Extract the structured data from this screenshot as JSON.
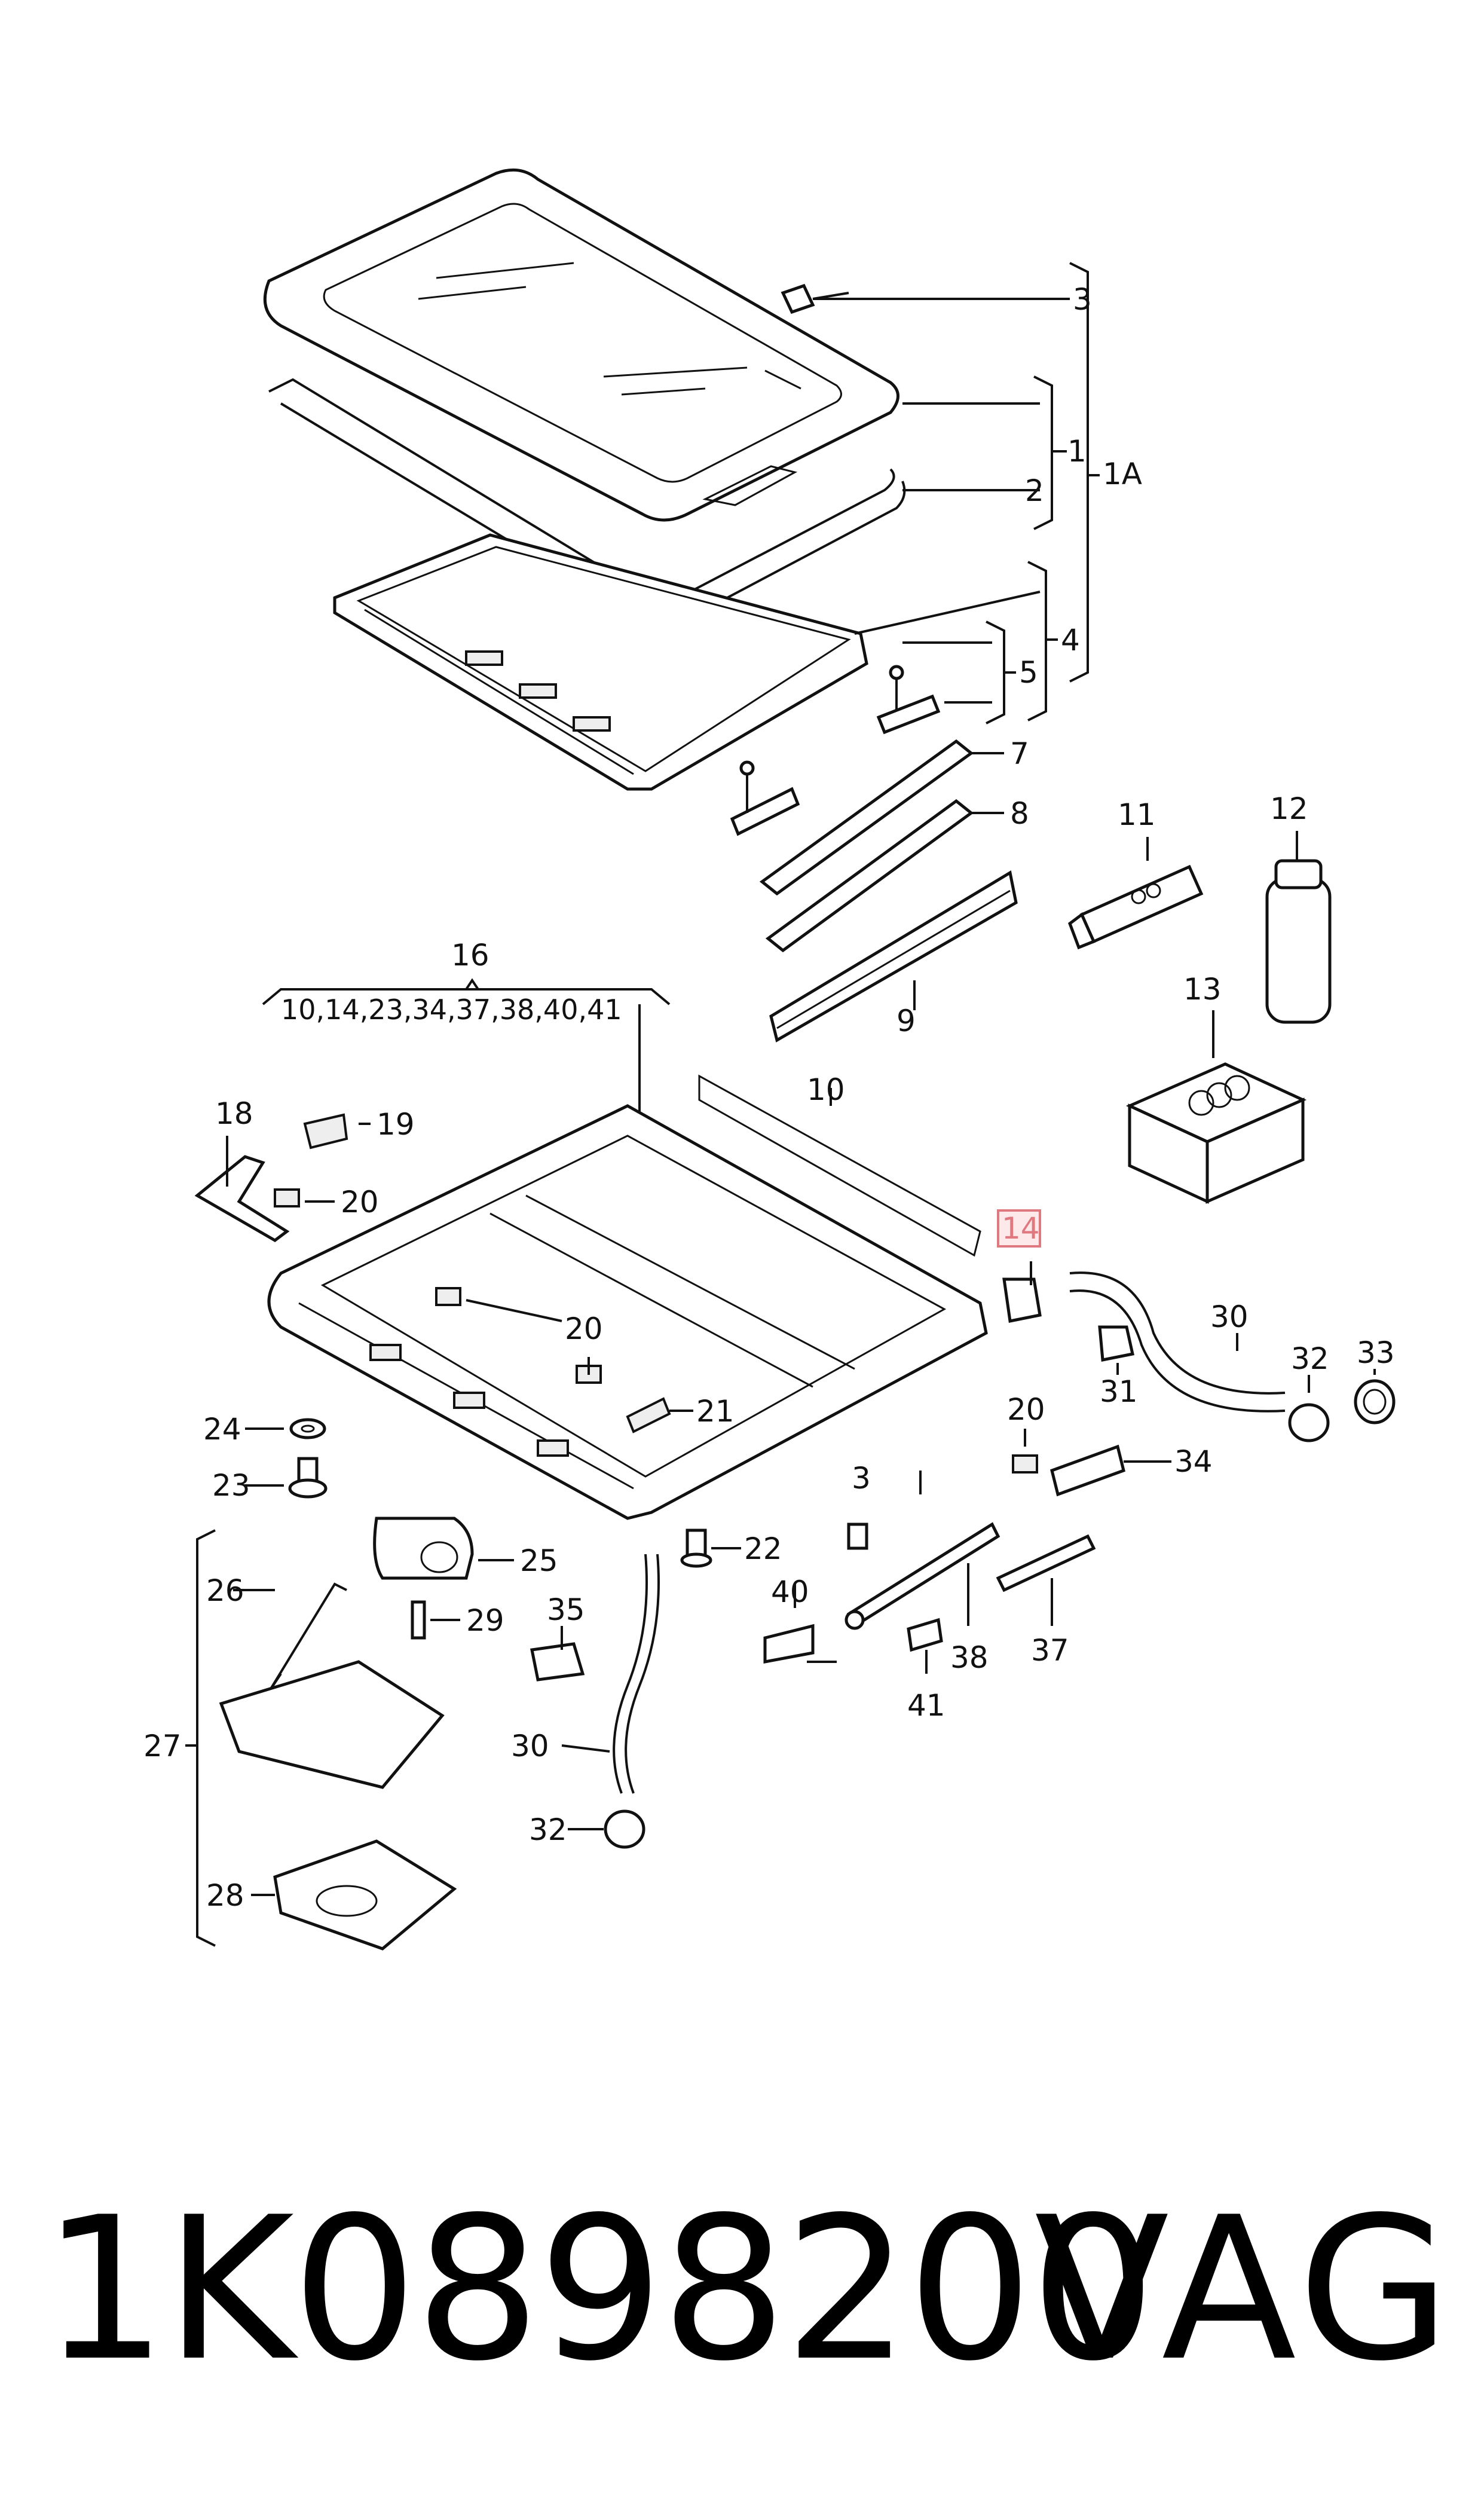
{
  "labels": {
    "p3": "3",
    "p1": "1",
    "p1a": "1A",
    "p2": "2",
    "p4": "4",
    "p5": "5",
    "p7": "7",
    "p8": "8",
    "p9": "9",
    "p11": "11",
    "p12": "12",
    "p13": "13",
    "p16": "16",
    "p16_list": "10,14,23,34,37,38,40,41",
    "p10": "10",
    "p14": "14",
    "p18": "18",
    "p19": "19",
    "p20a": "20",
    "p20b": "20",
    "p20c": "20",
    "p21": "21",
    "p24": "24",
    "p23": "23",
    "p25": "25",
    "p22": "22",
    "p26": "26",
    "p29": "29",
    "p27": "27",
    "p28": "28",
    "p35": "35",
    "p30a": "30",
    "p30b": "30",
    "p32a": "32",
    "p32b": "32",
    "p33": "33",
    "p31": "31",
    "p34": "34",
    "p3b": "3",
    "p40": "40",
    "p38": "38",
    "p37": "37",
    "p41": "41"
  },
  "highlight_color": "#e0787f",
  "footer": {
    "part_number": "1K0898200",
    "brand": "VAG"
  }
}
